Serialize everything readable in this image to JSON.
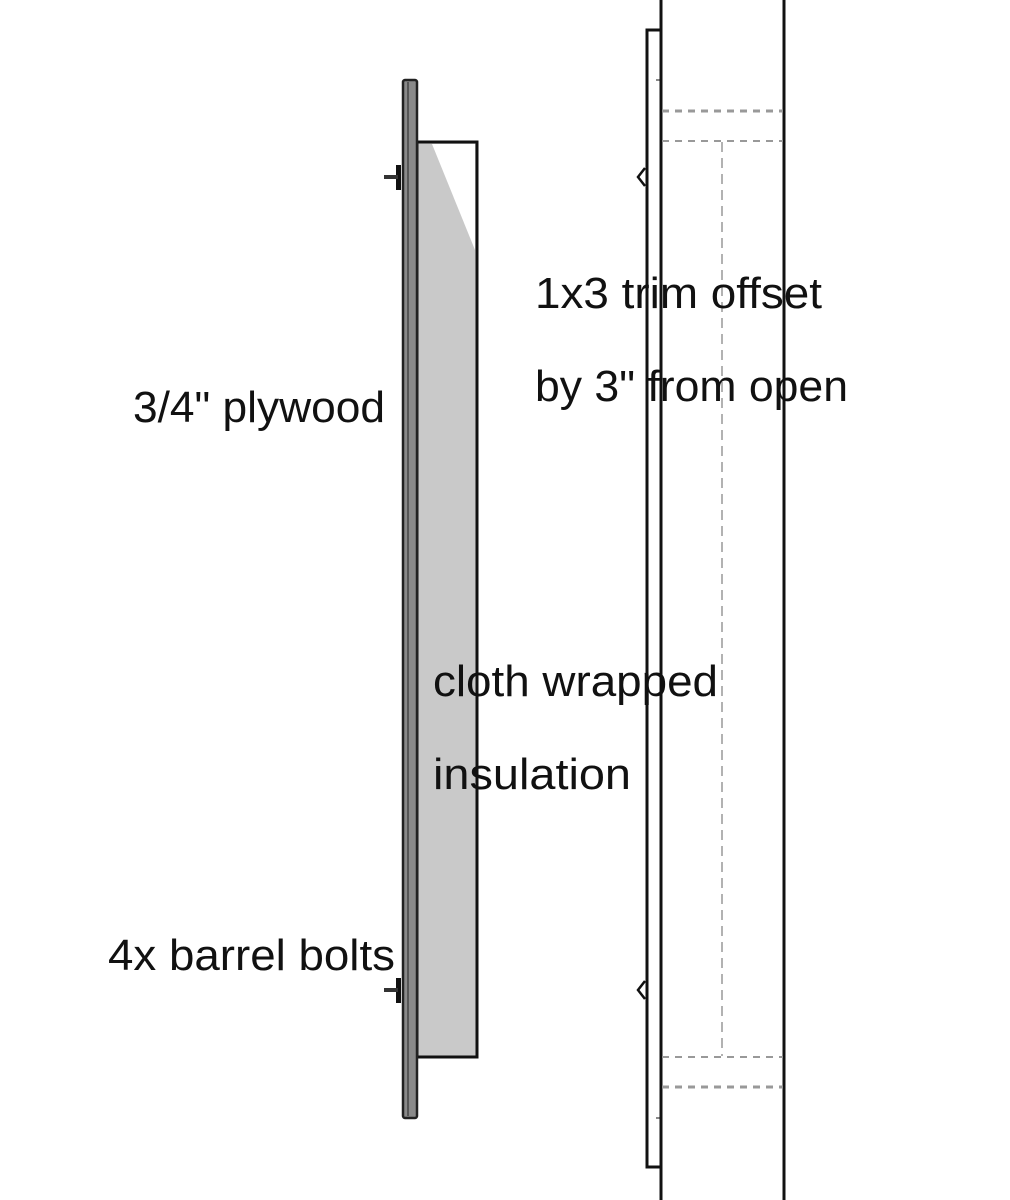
{
  "labels": {
    "trim_line1": "1x3 trim offset",
    "trim_line2": "by 3\" from open",
    "plywood": "3/4\" plywood",
    "insulation_line1": "cloth wrapped",
    "insulation_line2": "insulation",
    "bolts": "4x barrel bolts"
  },
  "colors": {
    "plywood": "#8a8a8a",
    "insulation": "#c9c9c9",
    "hidden_line": "#999999",
    "outline": "#111111"
  }
}
